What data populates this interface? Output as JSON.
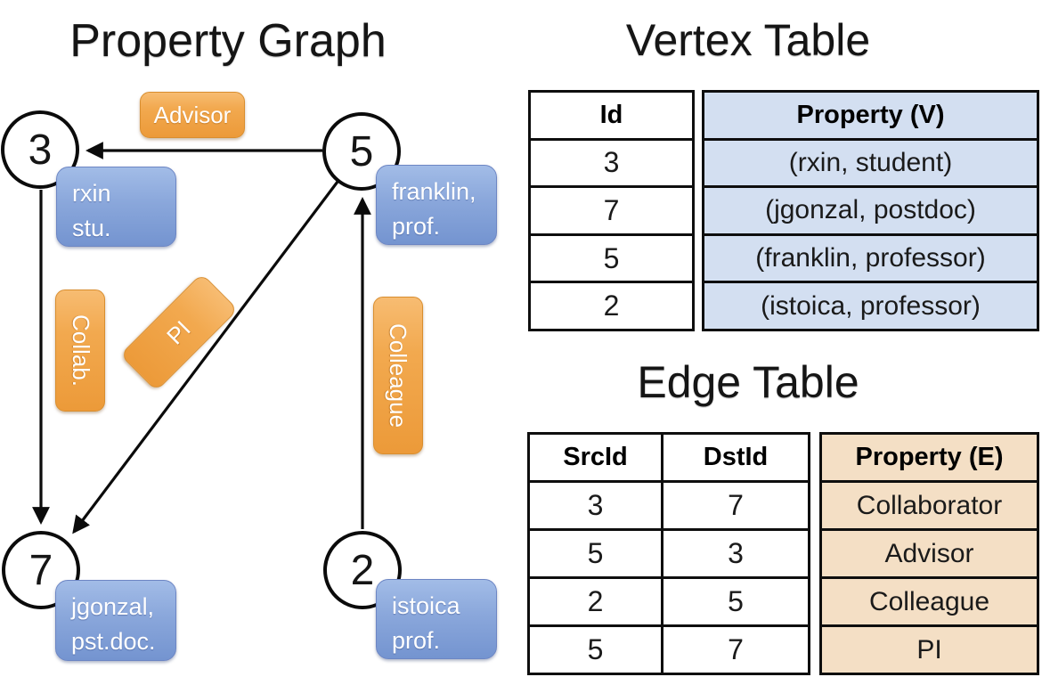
{
  "graph": {
    "title": "Property Graph",
    "vertices": [
      {
        "id": "3",
        "line1": "rxin",
        "line2": "stu."
      },
      {
        "id": "5",
        "line1": "franklin,",
        "line2": "prof."
      },
      {
        "id": "7",
        "line1": "jgonzal,",
        "line2": "pst.doc."
      },
      {
        "id": "2",
        "line1": "istoica",
        "line2": "prof."
      }
    ],
    "edge_labels": {
      "advisor": "Advisor",
      "collab": "Collab.",
      "pi": "PI",
      "colleague": "Colleague"
    }
  },
  "vertex_table": {
    "title": "Vertex Table",
    "headers": {
      "id": "Id",
      "property": "Property (V)"
    },
    "rows": [
      {
        "id": "3",
        "property": "(rxin, student)"
      },
      {
        "id": "7",
        "property": "(jgonzal, postdoc)"
      },
      {
        "id": "5",
        "property": "(franklin, professor)"
      },
      {
        "id": "2",
        "property": "(istoica, professor)"
      }
    ]
  },
  "edge_table": {
    "title": "Edge Table",
    "headers": {
      "src": "SrcId",
      "dst": "DstId",
      "property": "Property (E)"
    },
    "rows": [
      {
        "src": "3",
        "dst": "7",
        "property": "Collaborator"
      },
      {
        "src": "5",
        "dst": "3",
        "property": "Advisor"
      },
      {
        "src": "2",
        "dst": "5",
        "property": "Colleague"
      },
      {
        "src": "5",
        "dst": "7",
        "property": "PI"
      }
    ]
  },
  "colors": {
    "orange_label": "#F0A24B",
    "blue_label": "#87A4DB",
    "vertex_property_bg": "#D3DFF1",
    "edge_property_bg": "#F4DFC5",
    "line": "#0B0B0B"
  }
}
